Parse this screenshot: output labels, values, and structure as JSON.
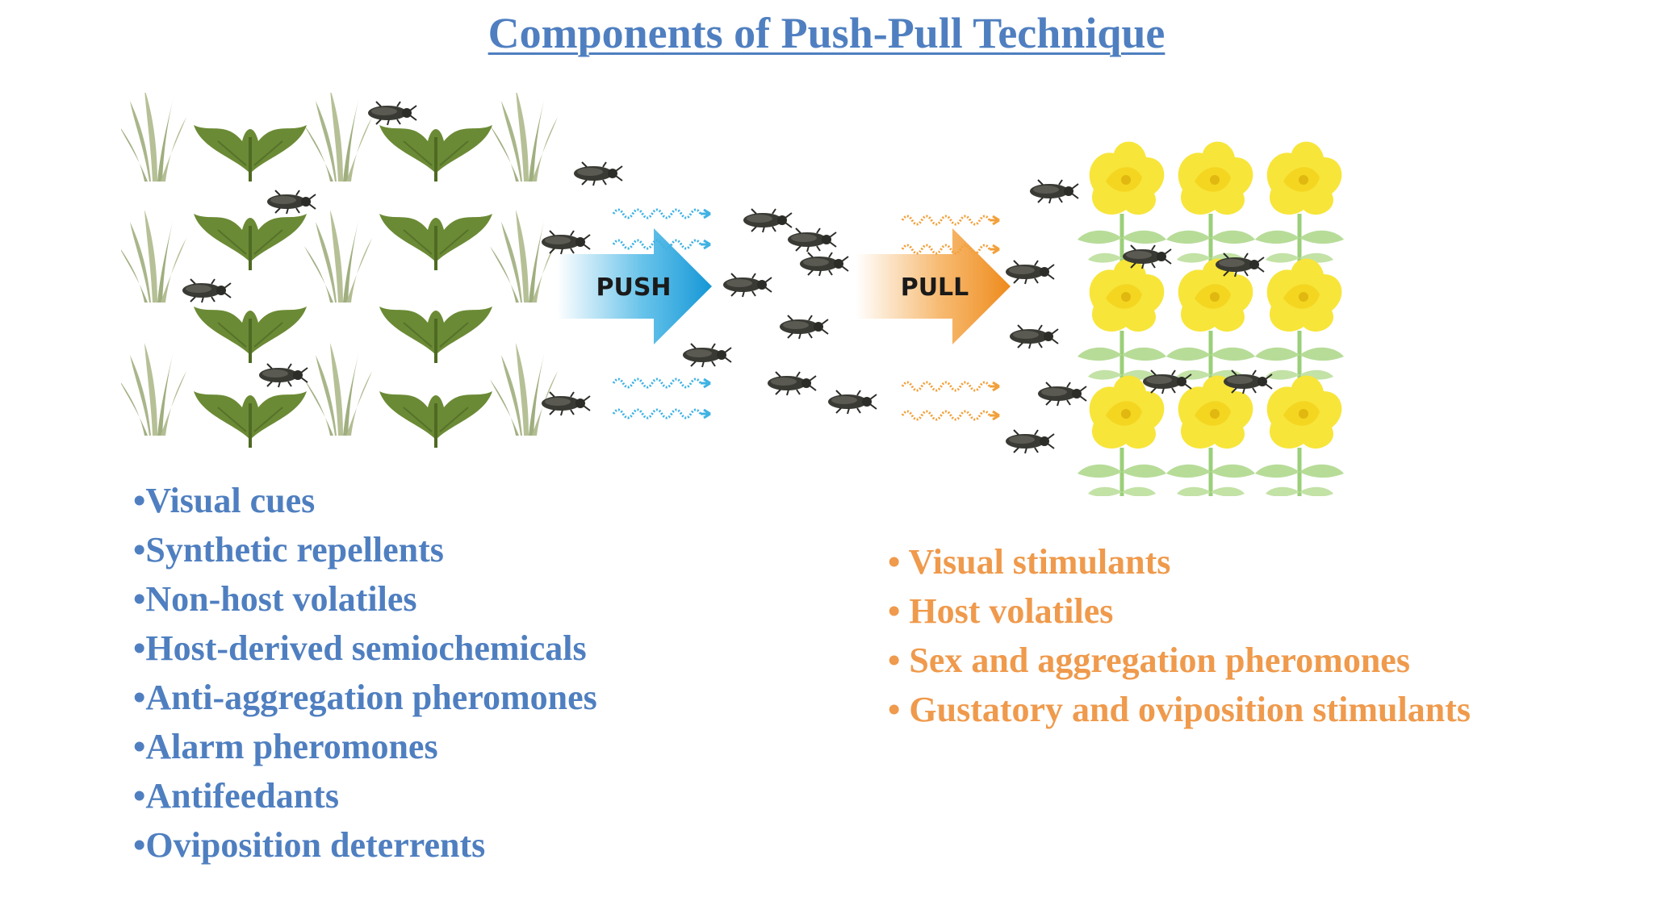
{
  "title": "Components of Push-Pull Technique",
  "diagram": {
    "push_label": "PUSH",
    "pull_label": "PULL",
    "colors": {
      "push_arrow": "#27a9e1",
      "pull_arrow": "#f39c33",
      "push_wave": "#3fb2e3",
      "pull_wave": "#f2a03a",
      "repellent_leaf": "#6b8a35",
      "grass": "#a9b68a",
      "flower": "#f7e53a",
      "flower_stem": "#9bcf7a",
      "insect": "#3a3a35"
    },
    "icons": [
      "grass-icon",
      "leafy-plant-icon",
      "insect-icon",
      "wave-icon",
      "flower-icon"
    ]
  },
  "push_components": [
    "•Visual cues",
    "•Synthetic repellents",
    "•Non-host volatiles",
    "•Host-derived semiochemicals",
    "•Anti-aggregation pheromones",
    "•Alarm pheromones",
    "•Antifeedants",
    "•Oviposition deterrents"
  ],
  "pull_components": [
    "• Visual stimulants",
    "• Host volatiles",
    "• Sex and aggregation pheromones",
    "• Gustatory and oviposition stimulants"
  ]
}
